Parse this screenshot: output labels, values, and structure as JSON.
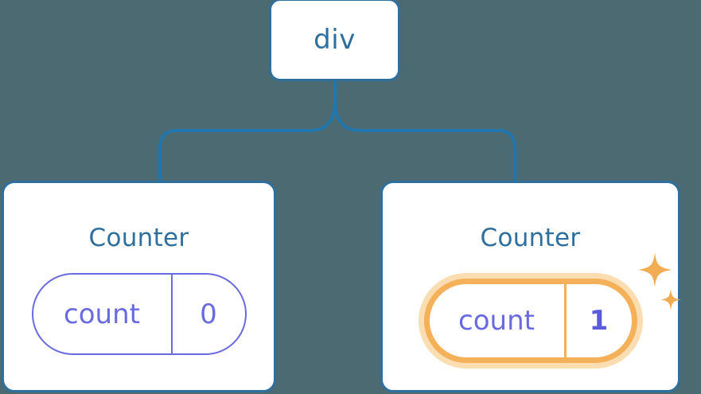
{
  "diagram": {
    "background_color": "#4c6a72",
    "node_border_color": "#2e6f9e",
    "node_text_color": "#2e6f9e",
    "state_color": "#6a6ae0",
    "highlight_color": "#f5b05a",
    "highlight_glow_color": "#fbddb2",
    "root": {
      "label": "div",
      "name": "div-node"
    },
    "children": [
      {
        "title": "Counter",
        "state": {
          "key": "count",
          "value": "0"
        },
        "highlighted": false,
        "sparkle": false
      },
      {
        "title": "Counter",
        "state": {
          "key": "count",
          "value": "1"
        },
        "highlighted": true,
        "sparkle": true
      }
    ]
  }
}
